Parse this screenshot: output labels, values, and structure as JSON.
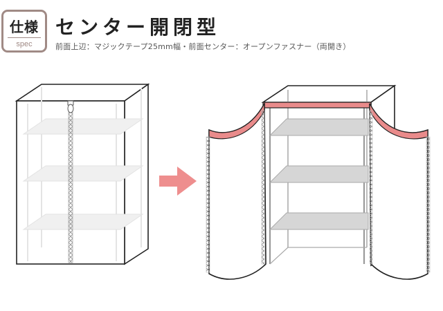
{
  "header": {
    "badge": {
      "title": "仕様",
      "subtitle": "spec"
    },
    "title": "センター開閉型",
    "subtitle": "前面上辺：マジックテープ25mm幅・前面センター：オープンファスナー（両開き）"
  },
  "illustration": {
    "closed_cover": {
      "zipper_icon": "zipper-pull-icon"
    },
    "arrow_icon": "right-arrow-icon",
    "open_cover": {
      "velcro_strip_color": "#e98b8b"
    }
  },
  "colors": {
    "arrow": "#ee8e8e",
    "velcro": "#e98b8b",
    "badge_border": "#a08a85",
    "shelf": "#d6d6d6"
  }
}
